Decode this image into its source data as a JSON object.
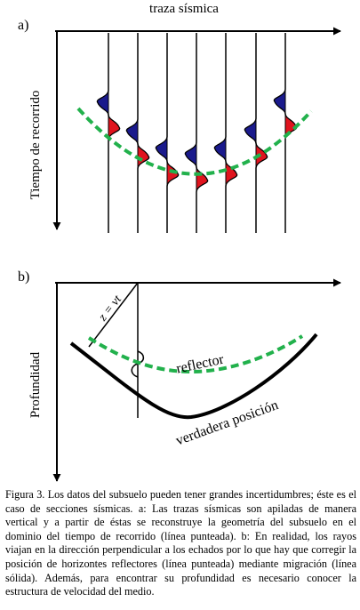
{
  "panel_a": {
    "label": "a)",
    "title": "traza sísmica",
    "ylabel": "Tiempo de recorrido"
  },
  "panel_b": {
    "label": "b)",
    "ylabel": "Profundidad",
    "distance_label": "z = vt",
    "reflector_label": "reflector",
    "true_position_label": "verdadera posición"
  },
  "caption": "Figura 3. Los datos del subsuelo pueden tener grandes incertidumbres; éste es el caso de secciones sísmicas. a: Las trazas sísmicas son apiladas de manera vertical y a partir de éstas se reconstruye la geometría del subsuelo en el dominio del tiempo de recorrido (línea punteada). b: En realidad, los rayos viajan en la dirección perpendicular a los echados por lo que hay que corregir la posición de horizontes reflectores (línea punteada) mediante migración (línea sólida). Además, para encontrar su profundidad es necesario conocer la estructura de velocidad del medio.",
  "colors": {
    "dashed_line": "#22b14c",
    "positive_lobe": "#e0141e",
    "negative_lobe": "#1a1a8c"
  }
}
